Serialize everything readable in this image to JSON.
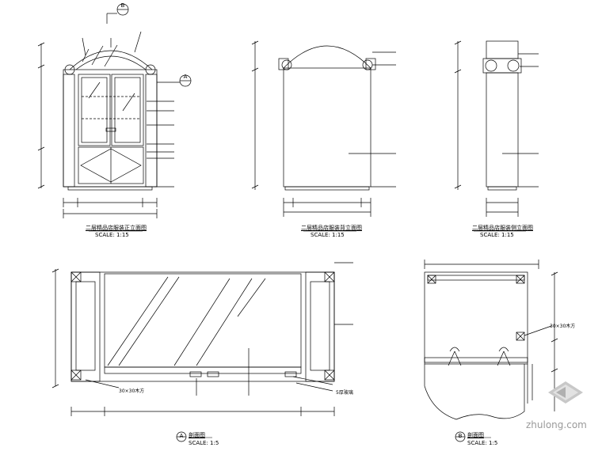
{
  "drawing": {
    "views": [
      {
        "id": "front",
        "title": "二层精品店服装正立面图",
        "scale": "SCALE: 1:15"
      },
      {
        "id": "back",
        "title": "二层精品店服装背立面图",
        "scale": "SCALE: 1:15"
      },
      {
        "id": "side",
        "title": "二层精品店服装侧立面图",
        "scale": "SCALE: 1:15"
      },
      {
        "id": "section_a",
        "tag": "A",
        "title": "剖面图",
        "scale": "SCALE: 1:5"
      },
      {
        "id": "section_b",
        "tag": "B",
        "title": "剖面图",
        "scale": "SCALE: 1:5"
      }
    ],
    "section_markers": [
      "B",
      "A"
    ],
    "notes": {
      "section_a_member": "30×30木方",
      "section_b_member": "30×30木方",
      "section_a_glass": "5厚玻璃"
    },
    "watermark": "zhulong.com"
  }
}
